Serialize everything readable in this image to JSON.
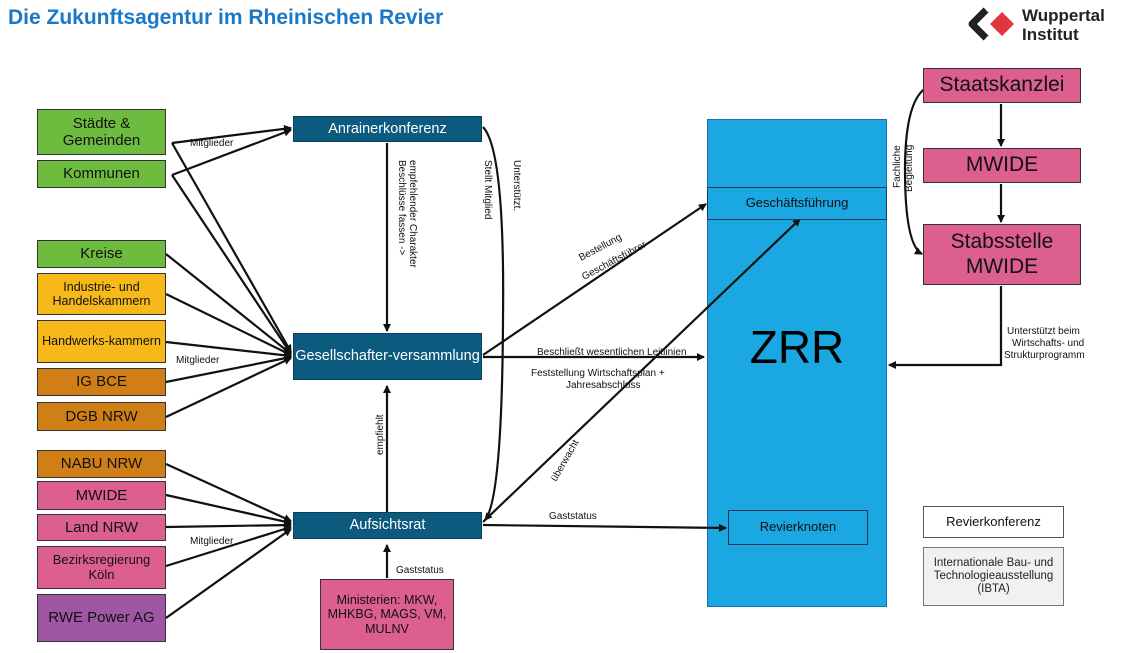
{
  "title": "Die Zukunftsagentur im Rheinischen Revier",
  "logo": {
    "line1": "Wuppertal",
    "line2": "Institut",
    "icon": "wuppertal-institut-logo"
  },
  "left_boxes": {
    "staedte": "Städte & Gemeinden",
    "kommunen": "Kommunen",
    "kreise": "Kreise",
    "ihk": "Industrie- und Handelskammern",
    "hwk": "Handwerks-kammern",
    "igbce": "IG BCE",
    "dgb": "DGB NRW",
    "nabu": "NABU NRW",
    "mwide": "MWIDE",
    "land": "Land NRW",
    "bezirk": "Bezirksregierung Köln",
    "rwe": "RWE Power AG"
  },
  "center_boxes": {
    "anrainer": "Anrainerkonferenz",
    "gesell": "Gesellschafter-versammlung",
    "aufsicht": "Aufsichtsrat",
    "ministerien": "Ministerien: MKW, MHKBG, MAGS, VM, MULNV"
  },
  "zrr": {
    "label": "ZRR",
    "geschaeft": "Geschäftsführung",
    "revierknoten": "Revierknoten"
  },
  "right_boxes": {
    "staatskanzlei": "Staatskanzlei",
    "mwide": "MWIDE",
    "stabsstelle": "Stabsstelle MWIDE",
    "revierkonferenz": "Revierkonferenz",
    "ibta": "Internationale Bau- und Technologieausstellung (IBTA)"
  },
  "labels": {
    "mitglieder1": "Mitglieder",
    "mitglieder2": "Mitglieder",
    "mitglieder3": "Mitglieder",
    "beschluesse1": "Beschlüsse fassen ->",
    "beschluesse2": "empfehlender Charakter",
    "unterstuetzt": "Unterstützt.",
    "stelltMitglied": "Stellt Mitglied",
    "bestellung1": "Bestellung",
    "bestellung2": "Geschäftsführer",
    "leitlinien": "Beschließt wesentlichen Leitlinien",
    "wplan1": "Feststellung Wirtschaftsplan +",
    "wplan2": "Jahresabschluss",
    "empfiehlt": "empfiehlt",
    "ueberwacht": "überwacht",
    "gaststatus1": "Gaststatus",
    "gaststatus2": "Gaststatus",
    "fachliche1": "Fachliche",
    "fachliche2": "Begleitung",
    "unterstuetztBeim1": "Unterstützt beim",
    "unterstuetztBeim2": "Wirtschafts- und",
    "unterstuetztBeim3": "Strukturprogramm"
  },
  "colors": {
    "title": "#1a78c8",
    "green": "#6ebc3f",
    "amber": "#f7b81a",
    "orange": "#d07f16",
    "pink": "#dc5f90",
    "purple": "#9f56a5",
    "navy": "#0c5a7e",
    "zrr_blue": "#1aa7e2"
  }
}
